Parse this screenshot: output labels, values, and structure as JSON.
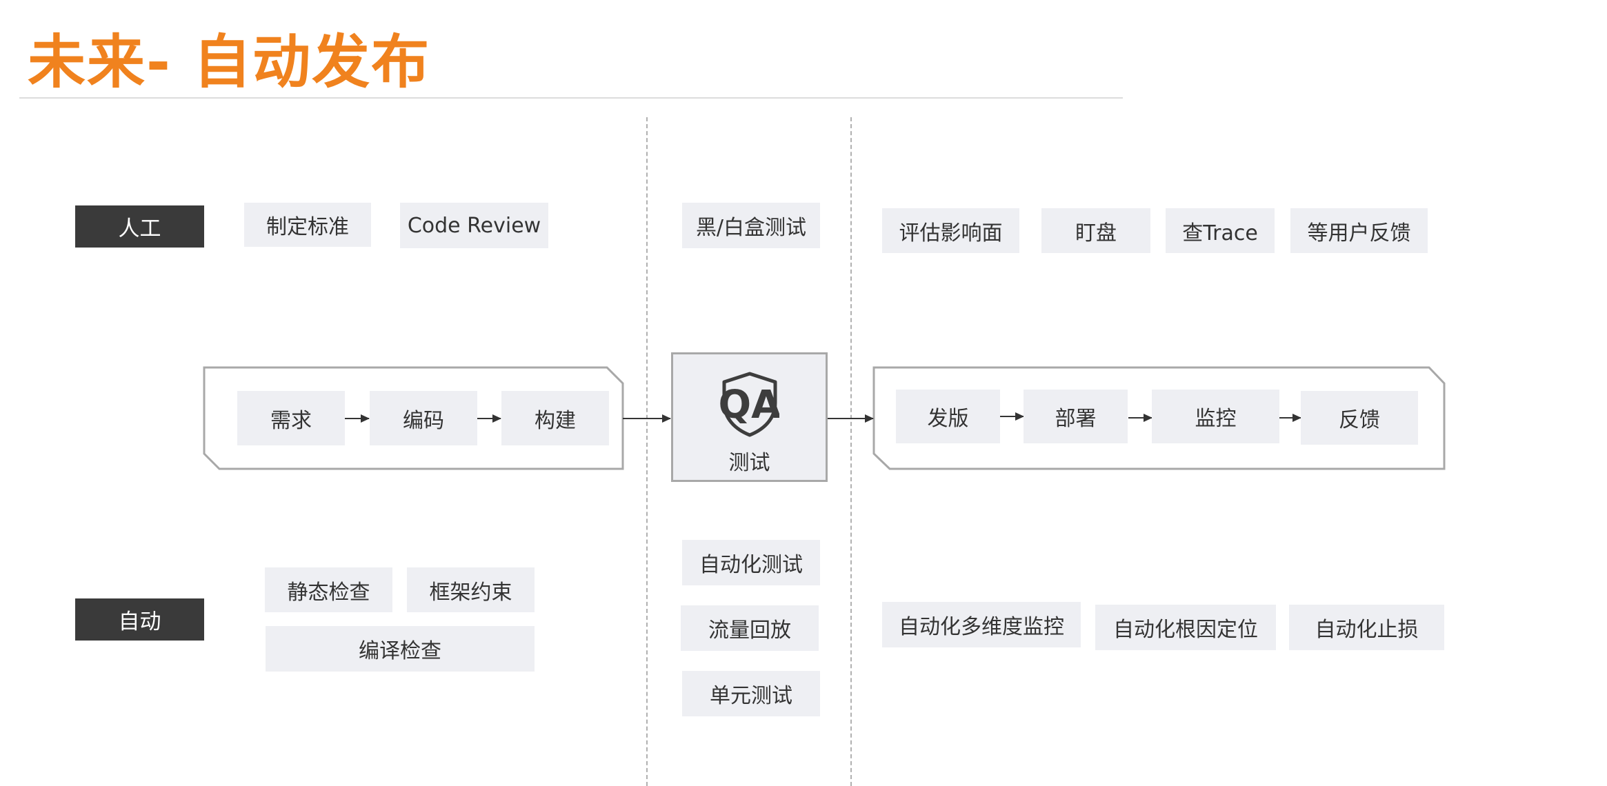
{
  "title": "未来- 自动发布",
  "row_labels": {
    "manual": "人工",
    "auto": "自动"
  },
  "manual": {
    "dev": [
      "制定标准",
      "Code Review"
    ],
    "test": "黑/白盒测试",
    "release": [
      "评估影响面",
      "盯盘",
      "查Trace",
      "等用户反馈"
    ]
  },
  "pipeline": {
    "dev": [
      "需求",
      "编码",
      "构建"
    ],
    "qa": {
      "icon_text": "QA",
      "icon": "shield-icon",
      "label": "测试"
    },
    "release": [
      "发版",
      "部署",
      "监控",
      "反馈"
    ]
  },
  "auto": {
    "dev": [
      "静态检查",
      "框架约束",
      "编译检查"
    ],
    "test": [
      "自动化测试",
      "流量回放",
      "单元测试"
    ],
    "release": [
      "自动化多维度监控",
      "自动化根因定位",
      "自动化止损"
    ]
  },
  "colors": {
    "title": "#f0821e",
    "label_bg": "#3a3a3a",
    "box_bg": "#eeeff3",
    "outline": "#a8a8a8",
    "arrow": "#333333"
  }
}
